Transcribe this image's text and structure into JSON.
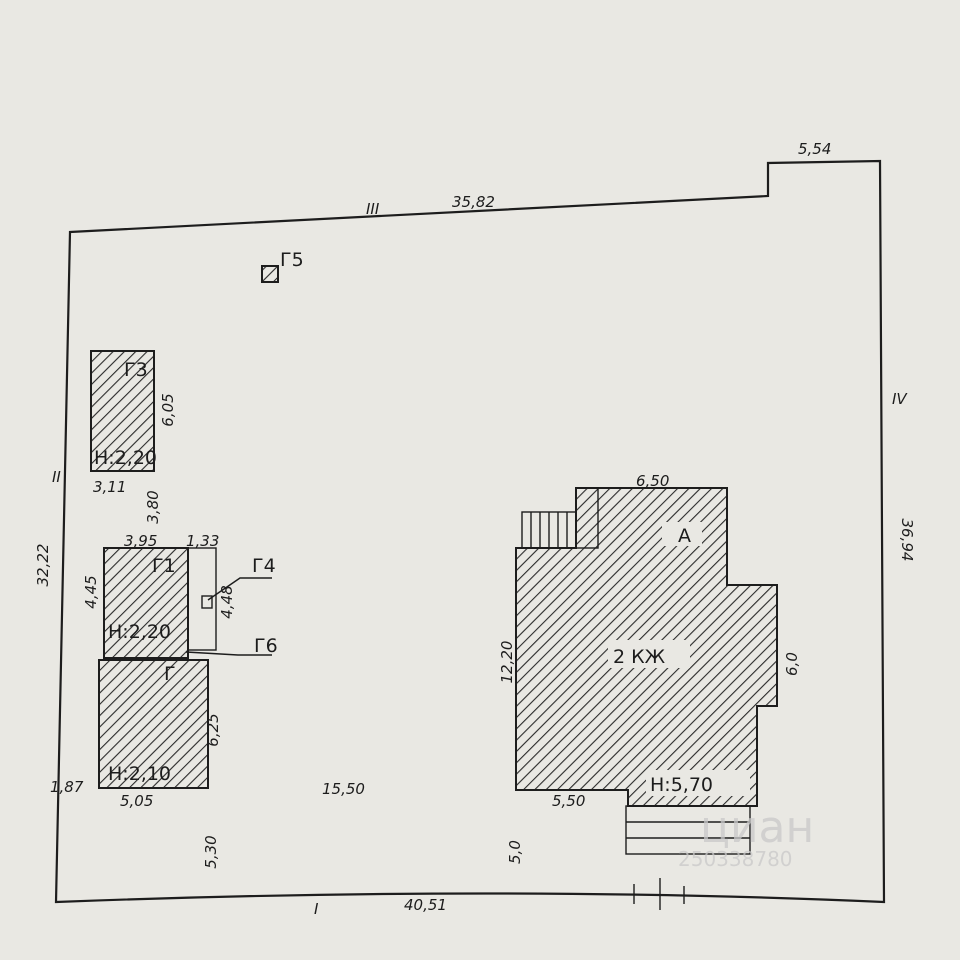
{
  "boundary": {
    "south_roman": "I",
    "south_length": "40,51",
    "west_roman": "II",
    "west_length": "32,22",
    "north_roman": "III",
    "north_length": "35,82",
    "northeast_jog": "5,54",
    "east_roman": "IV",
    "east_length": "36,94"
  },
  "buildings": {
    "g3": {
      "name": "Г3",
      "height": "Н:2,20",
      "side": "6,05",
      "bottom": "3,11",
      "gap": "3,80"
    },
    "g1": {
      "name": "Г1",
      "height": "Н:2,20",
      "top": "3,95",
      "left": "4,45"
    },
    "g4": {
      "name": "Г4",
      "top": "1,33",
      "side": "4,48"
    },
    "g6": {
      "name": "Г6"
    },
    "g": {
      "name": "Г",
      "height": "Н:2,10",
      "side": "6,25",
      "bottom": "5,05",
      "offset": "1,87"
    },
    "g5": {
      "name": "Г5"
    },
    "house": {
      "name": "А",
      "type": "2 КЖ",
      "height": "Н:5,70",
      "top": "6,50",
      "left": "12,20",
      "right": "6,0",
      "bottom": "5,50"
    }
  },
  "distances": {
    "between": "15,50",
    "g_to_south": "5,30",
    "house_to_south": "5,0"
  },
  "watermark": {
    "brand": "циан",
    "number": "250338780"
  }
}
